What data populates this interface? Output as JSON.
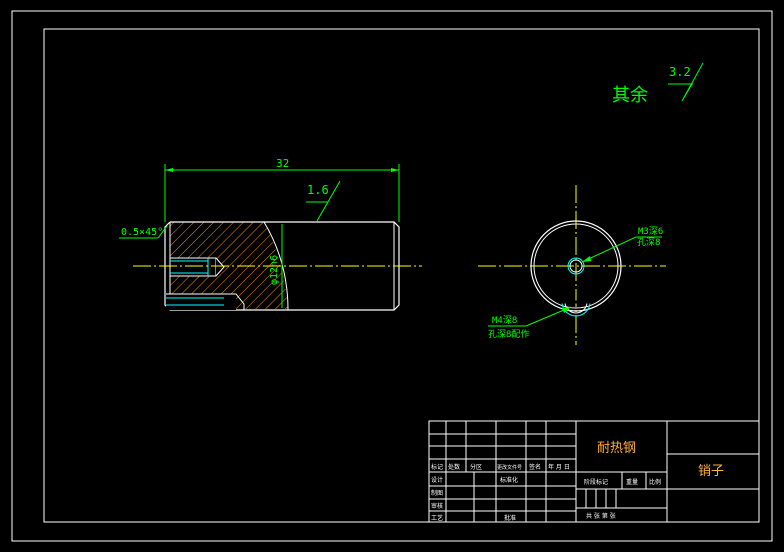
{
  "drawing": {
    "length_dim": "32",
    "roughness_local": "1.6",
    "roughness_rest_label": "其余",
    "roughness_rest_value": "3.2",
    "chamfer_note": "0.5×45°",
    "diameter_note": "φ12h6",
    "hole_note_1_line1": "M3深6",
    "hole_note_1_line2": "孔深8",
    "hole_note_2_line1": "M4深8",
    "hole_note_2_line2": "孔深8配作"
  },
  "title_block": {
    "material": "耐热钢",
    "part_name": "销子",
    "hdr_biaoji": "标记",
    "hdr_chushu": "处数",
    "hdr_fenqu": "分区",
    "hdr_gengai": "更改文件号",
    "hdr_qianming": "签名",
    "hdr_date": "年 月 日",
    "row_sheji": "设计",
    "row_biaozhunhua": "标准化",
    "row_zhitu": "制图",
    "row_shenhe": "审核",
    "row_gongyi": "工艺",
    "row_pizhun": "批准",
    "stage_label": "阶段标记",
    "weight_label": "重量",
    "scale_label": "比例",
    "sheets_label": "共 张 第 张"
  },
  "colors": {
    "frame": "#ffffff",
    "dimension": "#00ff00",
    "centerline": "#ffff00",
    "hatch": "#ff8c00",
    "thread": "#00ffff",
    "title_text": "#ffb040"
  }
}
